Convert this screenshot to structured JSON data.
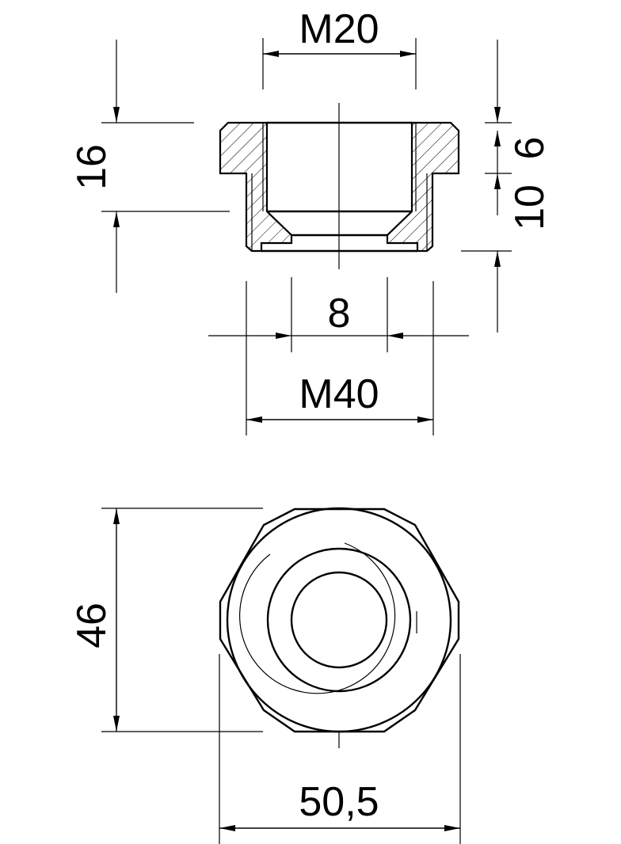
{
  "drawing": {
    "line_color": "#000000",
    "background": "#ffffff",
    "views": [
      "section-view",
      "top-view-hexagon"
    ],
    "dimensions": {
      "thread_inner": "M20",
      "height_total": "16",
      "flange_height": "6",
      "body_height": "10",
      "wrench_depth": "8",
      "thread_outer": "M40",
      "hex_flats": "46",
      "hex_corners": "50,5"
    }
  }
}
